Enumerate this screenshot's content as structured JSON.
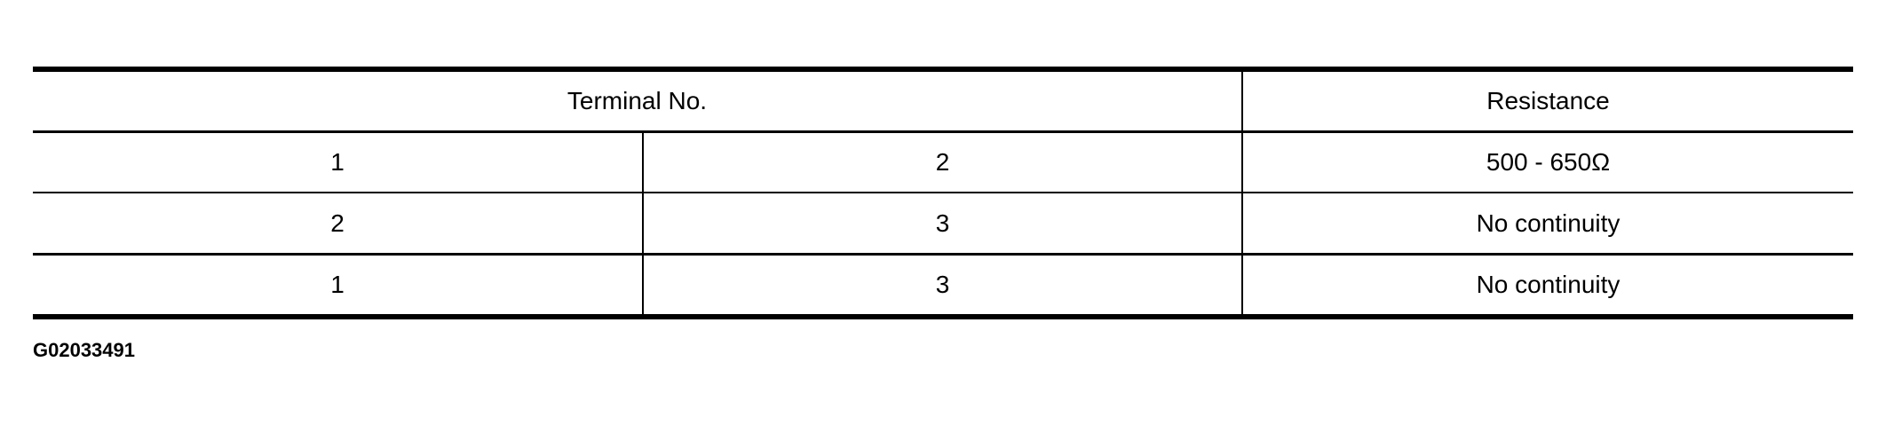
{
  "table": {
    "headers": {
      "terminal": "Terminal No.",
      "resistance": "Resistance"
    },
    "rows": [
      {
        "terminal_a": "1",
        "terminal_b": "2",
        "resistance": "500 - 650Ω"
      },
      {
        "terminal_a": "2",
        "terminal_b": "3",
        "resistance": "No continuity"
      },
      {
        "terminal_a": "1",
        "terminal_b": "3",
        "resistance": "No continuity"
      }
    ]
  },
  "figure_id": "G02033491"
}
